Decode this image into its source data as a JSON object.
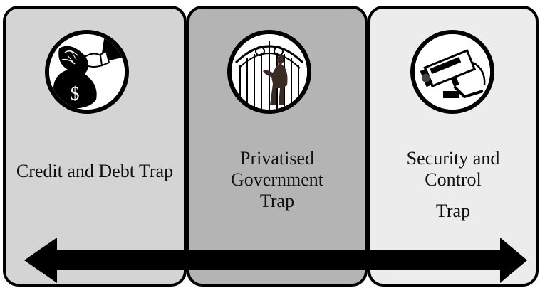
{
  "panels": [
    {
      "title": "Credit and Debt Trap",
      "fill": "#d4d4d4",
      "icon": "money-bag-icon"
    },
    {
      "title": "Privatised Government Trap",
      "fill": "#b4b4b4",
      "icon": "gated-figure-icon"
    },
    {
      "title": "Security and Control",
      "subtitle": "Trap",
      "fill": "#ececec",
      "icon": "surveillance-camera-icon"
    }
  ],
  "arrow": {
    "color": "#000000",
    "direction": "bidirectional"
  }
}
